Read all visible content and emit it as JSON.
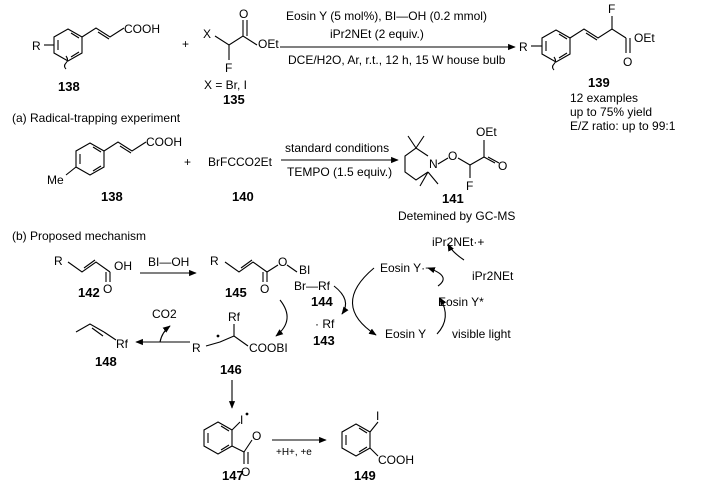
{
  "colors": {
    "ink": "#000000",
    "background": "#ffffff"
  },
  "top": {
    "substrate_acid": "COOH",
    "substrate_r": "R",
    "plus": "+",
    "reagent_x": "X",
    "reagent_f": "F",
    "reagent_o": "O",
    "reagent_oet": "OEt",
    "reagent_note": "X = Br, I",
    "cond_line1": "Eosin Y (5 mol%),  BI—OH (0.2 mmol)",
    "cond_line2": "iPr2NEt (2 equiv.)",
    "cond_line3": "DCE/H2O, Ar, r.t., 12 h, 15 W house bulb",
    "product_f": "F",
    "product_o": "O",
    "product_oet": "OEt",
    "product_r": "R",
    "label_138": "138",
    "label_135": "135",
    "label_139": "139",
    "summary": [
      "12 examples",
      "up to 75% yield",
      "E/Z ratio: up to 99:1"
    ]
  },
  "radical_trapping": {
    "heading": "(a) Radical-trapping experiment",
    "acid": "COOH",
    "me": "Me",
    "plus": "+",
    "reagent": "BrFCCO2Et",
    "cond_top": "standard conditions",
    "cond_bottom": "TEMPO (1.5 equiv.)",
    "adduct_n": "N",
    "adduct_o": "O",
    "adduct_oet": "OEt",
    "adduct_f": "F",
    "adduct_oc": "O",
    "label_138": "138",
    "label_140": "140",
    "label_141": "141",
    "note": "Detemined by GC-MS"
  },
  "mechanism": {
    "heading": "(b) Proposed mechanism",
    "s142_r": "R",
    "s142_oh": "OH",
    "s142_o": "O",
    "reagent_bioh": "BI—OH",
    "s145_r": "R",
    "s145_o": "O",
    "s145_bi": "BI",
    "s145_o2": "O",
    "s144_text": "Br—Rf",
    "rf_radical": "· Rf",
    "eosin_anion": "Eosin Y·−",
    "amine_radical": "iPr2NEt·+",
    "amine": "iPr2NEt",
    "eosin_excited": "Eosin Y*",
    "eosin_ground": "Eosin Y",
    "visible_light": "visible light",
    "co2": "CO2",
    "s146_r": "R",
    "s146_rf": "Rf",
    "s146_cooBI": "COOBI",
    "s148_rf": "Rf",
    "s147_i": "I",
    "s147_o": "O",
    "s147_oc": "O",
    "step_hplus": "+H+, +e",
    "s149_i": "I",
    "s149_cooh": "COOH",
    "label_142": "142",
    "label_145": "145",
    "label_144": "144",
    "label_143": "143",
    "label_146": "146",
    "label_147": "147",
    "label_148": "148",
    "label_149": "149"
  }
}
